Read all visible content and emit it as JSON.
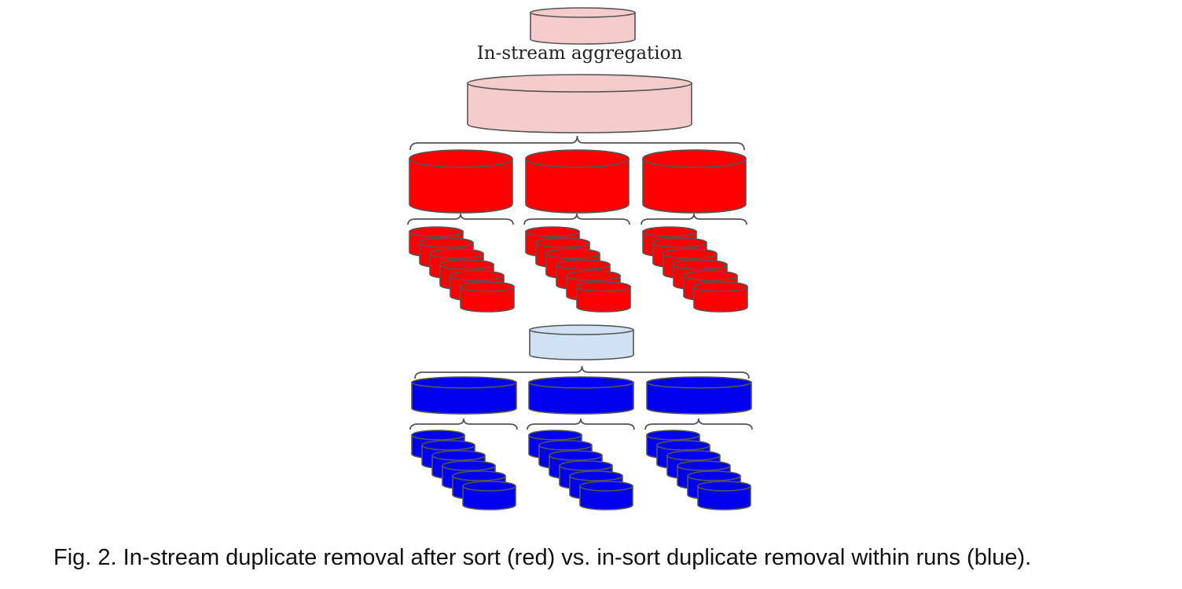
{
  "label": "In-stream aggregation",
  "caption": "Fig. 2.  In-stream duplicate removal after sort (red) vs. in-sort duplicate removal within runs (blue).",
  "colors": {
    "red": "#ff0000",
    "light_red": "#f4cccc",
    "blue": "#0000ee",
    "light_blue": "#cfe2f3",
    "outline": "#555555"
  },
  "structure": {
    "groups_per_level": 3,
    "runs_per_group": 6
  }
}
